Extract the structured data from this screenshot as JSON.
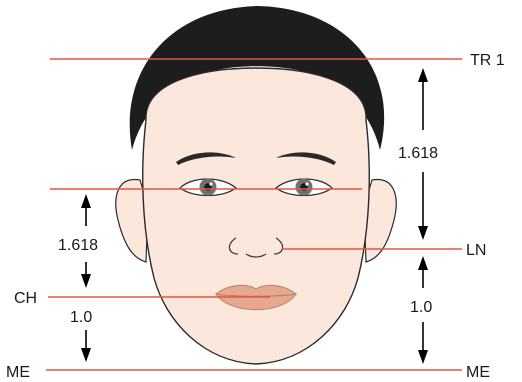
{
  "colors": {
    "reference_line": "#e8553f",
    "hair": "#1d1d1d",
    "skin": "#fbe7db",
    "face_outline": "#2a2a2a",
    "lips": "#e6a98f",
    "iris": "#707070",
    "arrow": "#000000"
  },
  "labels": {
    "tr1": "TR 1",
    "ln": "LN",
    "ch": "CH",
    "me_left": "ME",
    "me_right": "ME",
    "ratio_upper_right": "1.618",
    "ratio_upper_left": "1.618",
    "ratio_lower_right": "1.0",
    "ratio_lower_left": "1.0"
  }
}
